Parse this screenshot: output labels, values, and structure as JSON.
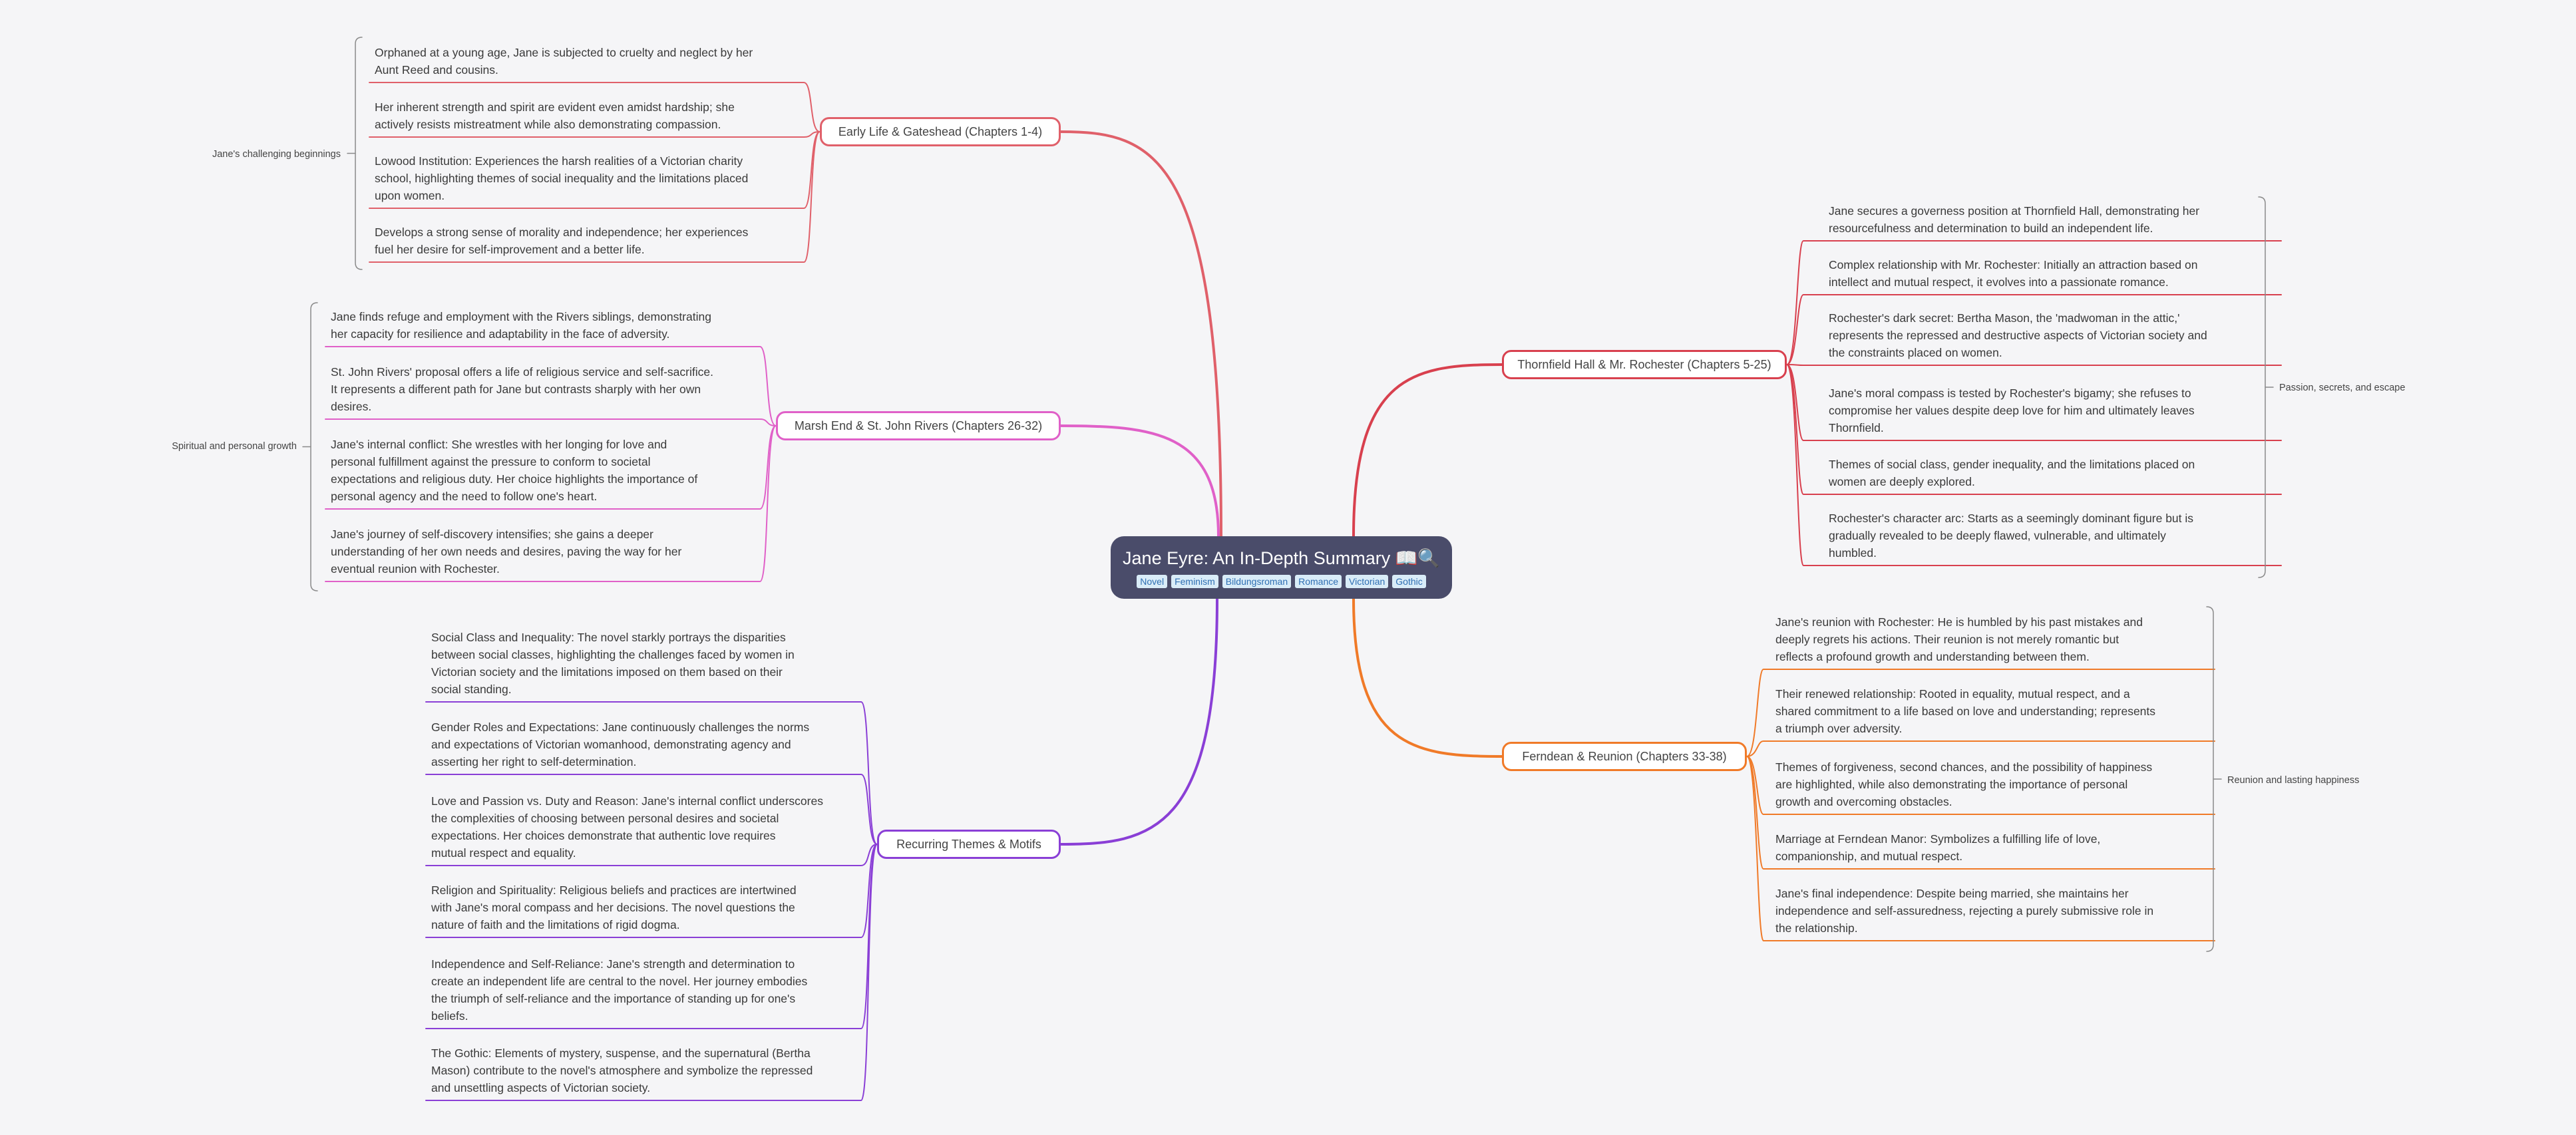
{
  "root": {
    "title": "Jane Eyre: An In-Depth Summary 📖🔍",
    "tags": [
      "Novel",
      "Feminism",
      "Bildungsroman",
      "Romance",
      "Victorian",
      "Gothic"
    ]
  },
  "branches": [
    {
      "id": "early",
      "color": "#e0606a",
      "topic": "Early Life & Gateshead (Chapters 1-4)",
      "summary": "Jane's challenging beginnings",
      "items": [
        [
          "Orphaned at a young age, Jane is subjected to cruelty and neglect by her",
          "Aunt Reed and cousins."
        ],
        [
          "Her inherent strength and spirit are evident even amidst hardship; she",
          "actively resists mistreatment while also demonstrating compassion."
        ],
        [
          "Lowood Institution: Experiences the harsh realities of a Victorian charity",
          "school, highlighting themes of social inequality and the limitations placed",
          "upon women."
        ],
        [
          "Develops a strong sense of morality and independence; her experiences",
          "fuel her desire for self-improvement and a better life."
        ]
      ]
    },
    {
      "id": "marsh",
      "color": "#e060c8",
      "topic": "Marsh End & St. John Rivers (Chapters 26-32)",
      "summary": "Spiritual and personal growth",
      "items": [
        [
          "Jane finds refuge and employment with the Rivers siblings, demonstrating",
          "her capacity for resilience and adaptability in the face of adversity."
        ],
        [
          "St. John Rivers' proposal offers a life of religious service and self-sacrifice.",
          "It represents a different path for Jane but contrasts sharply with her own",
          "desires."
        ],
        [
          "Jane's internal conflict: She wrestles with her longing for love and",
          "personal fulfillment against the pressure to conform to societal",
          "expectations and religious duty. Her choice highlights the importance of",
          "personal agency and the need to follow one's heart."
        ],
        [
          "Jane's journey of self-discovery intensifies; she gains a deeper",
          "understanding of her own needs and desires, paving the way for her",
          "eventual reunion with Rochester."
        ]
      ]
    },
    {
      "id": "themes",
      "color": "#8a3fd6",
      "topic": "Recurring Themes & Motifs",
      "summary": "",
      "items": [
        [
          "Social Class and Inequality: The novel starkly portrays the disparities",
          "between social classes, highlighting the challenges faced by women in",
          "Victorian society and the limitations imposed on them based on their",
          "social standing."
        ],
        [
          "Gender Roles and Expectations: Jane continuously challenges the norms",
          "and expectations of Victorian womanhood, demonstrating agency and",
          "asserting her right to self-determination."
        ],
        [
          "Love and Passion vs. Duty and Reason: Jane's internal conflict underscores",
          "the complexities of choosing between personal desires and societal",
          "expectations. Her choices demonstrate that authentic love requires",
          "mutual respect and equality."
        ],
        [
          "Religion and Spirituality: Religious beliefs and practices are intertwined",
          "with Jane's moral compass and her decisions. The novel questions the",
          "nature of faith and the limitations of rigid dogma."
        ],
        [
          "Independence and Self-Reliance: Jane's strength and determination to",
          "create an independent life are central to the novel. Her journey embodies",
          "the triumph of self-reliance and the importance of standing up for one's",
          "beliefs."
        ],
        [
          "The Gothic: Elements of mystery, suspense, and the supernatural (Bertha",
          "Mason) contribute to the novel's atmosphere and symbolize the repressed",
          "and unsettling aspects of Victorian society."
        ]
      ]
    },
    {
      "id": "thornfield",
      "color": "#d8404e",
      "topic": "Thornfield Hall & Mr. Rochester (Chapters 5-25)",
      "summary": "Passion, secrets, and escape",
      "items": [
        [
          "Jane secures a governess position at Thornfield Hall, demonstrating her",
          "resourcefulness and determination to build an independent life."
        ],
        [
          "Complex relationship with Mr. Rochester: Initially an attraction based on",
          "intellect and mutual respect, it evolves into a passionate romance."
        ],
        [
          "Rochester's dark secret: Bertha Mason, the 'madwoman in the attic,'",
          "represents the repressed and destructive aspects of Victorian society and",
          "the constraints placed on women."
        ],
        [
          "Jane's moral compass is tested by Rochester's bigamy; she refuses to",
          "compromise her values despite deep love for him and ultimately leaves",
          "Thornfield."
        ],
        [
          "Themes of social class, gender inequality, and the limitations placed on",
          "women are deeply explored."
        ],
        [
          "Rochester's character arc: Starts as a seemingly dominant figure but is",
          "gradually revealed to be deeply flawed, vulnerable, and ultimately",
          "humbled."
        ]
      ]
    },
    {
      "id": "ferndean",
      "color": "#f07a28",
      "topic": "Ferndean & Reunion (Chapters 33-38)",
      "summary": "Reunion and lasting happiness",
      "items": [
        [
          "Jane's reunion with Rochester: He is humbled by his past mistakes and",
          "deeply regrets his actions. Their reunion is not merely romantic but",
          "reflects a profound growth and understanding between them."
        ],
        [
          "Their renewed relationship: Rooted in equality, mutual respect, and a",
          "shared commitment to a life based on love and understanding; represents",
          "a triumph over adversity."
        ],
        [
          "Themes of forgiveness, second chances, and the possibility of happiness",
          "are highlighted, while also demonstrating the importance of personal",
          "growth and overcoming obstacles."
        ],
        [
          "Marriage at Ferndean Manor: Symbolizes a fulfilling life of love,",
          "companionship, and mutual respect."
        ],
        [
          "Jane's final independence: Despite being married, she maintains her",
          "independence and self-assuredness, rejecting a purely submissive role in",
          "the relationship."
        ]
      ]
    }
  ]
}
